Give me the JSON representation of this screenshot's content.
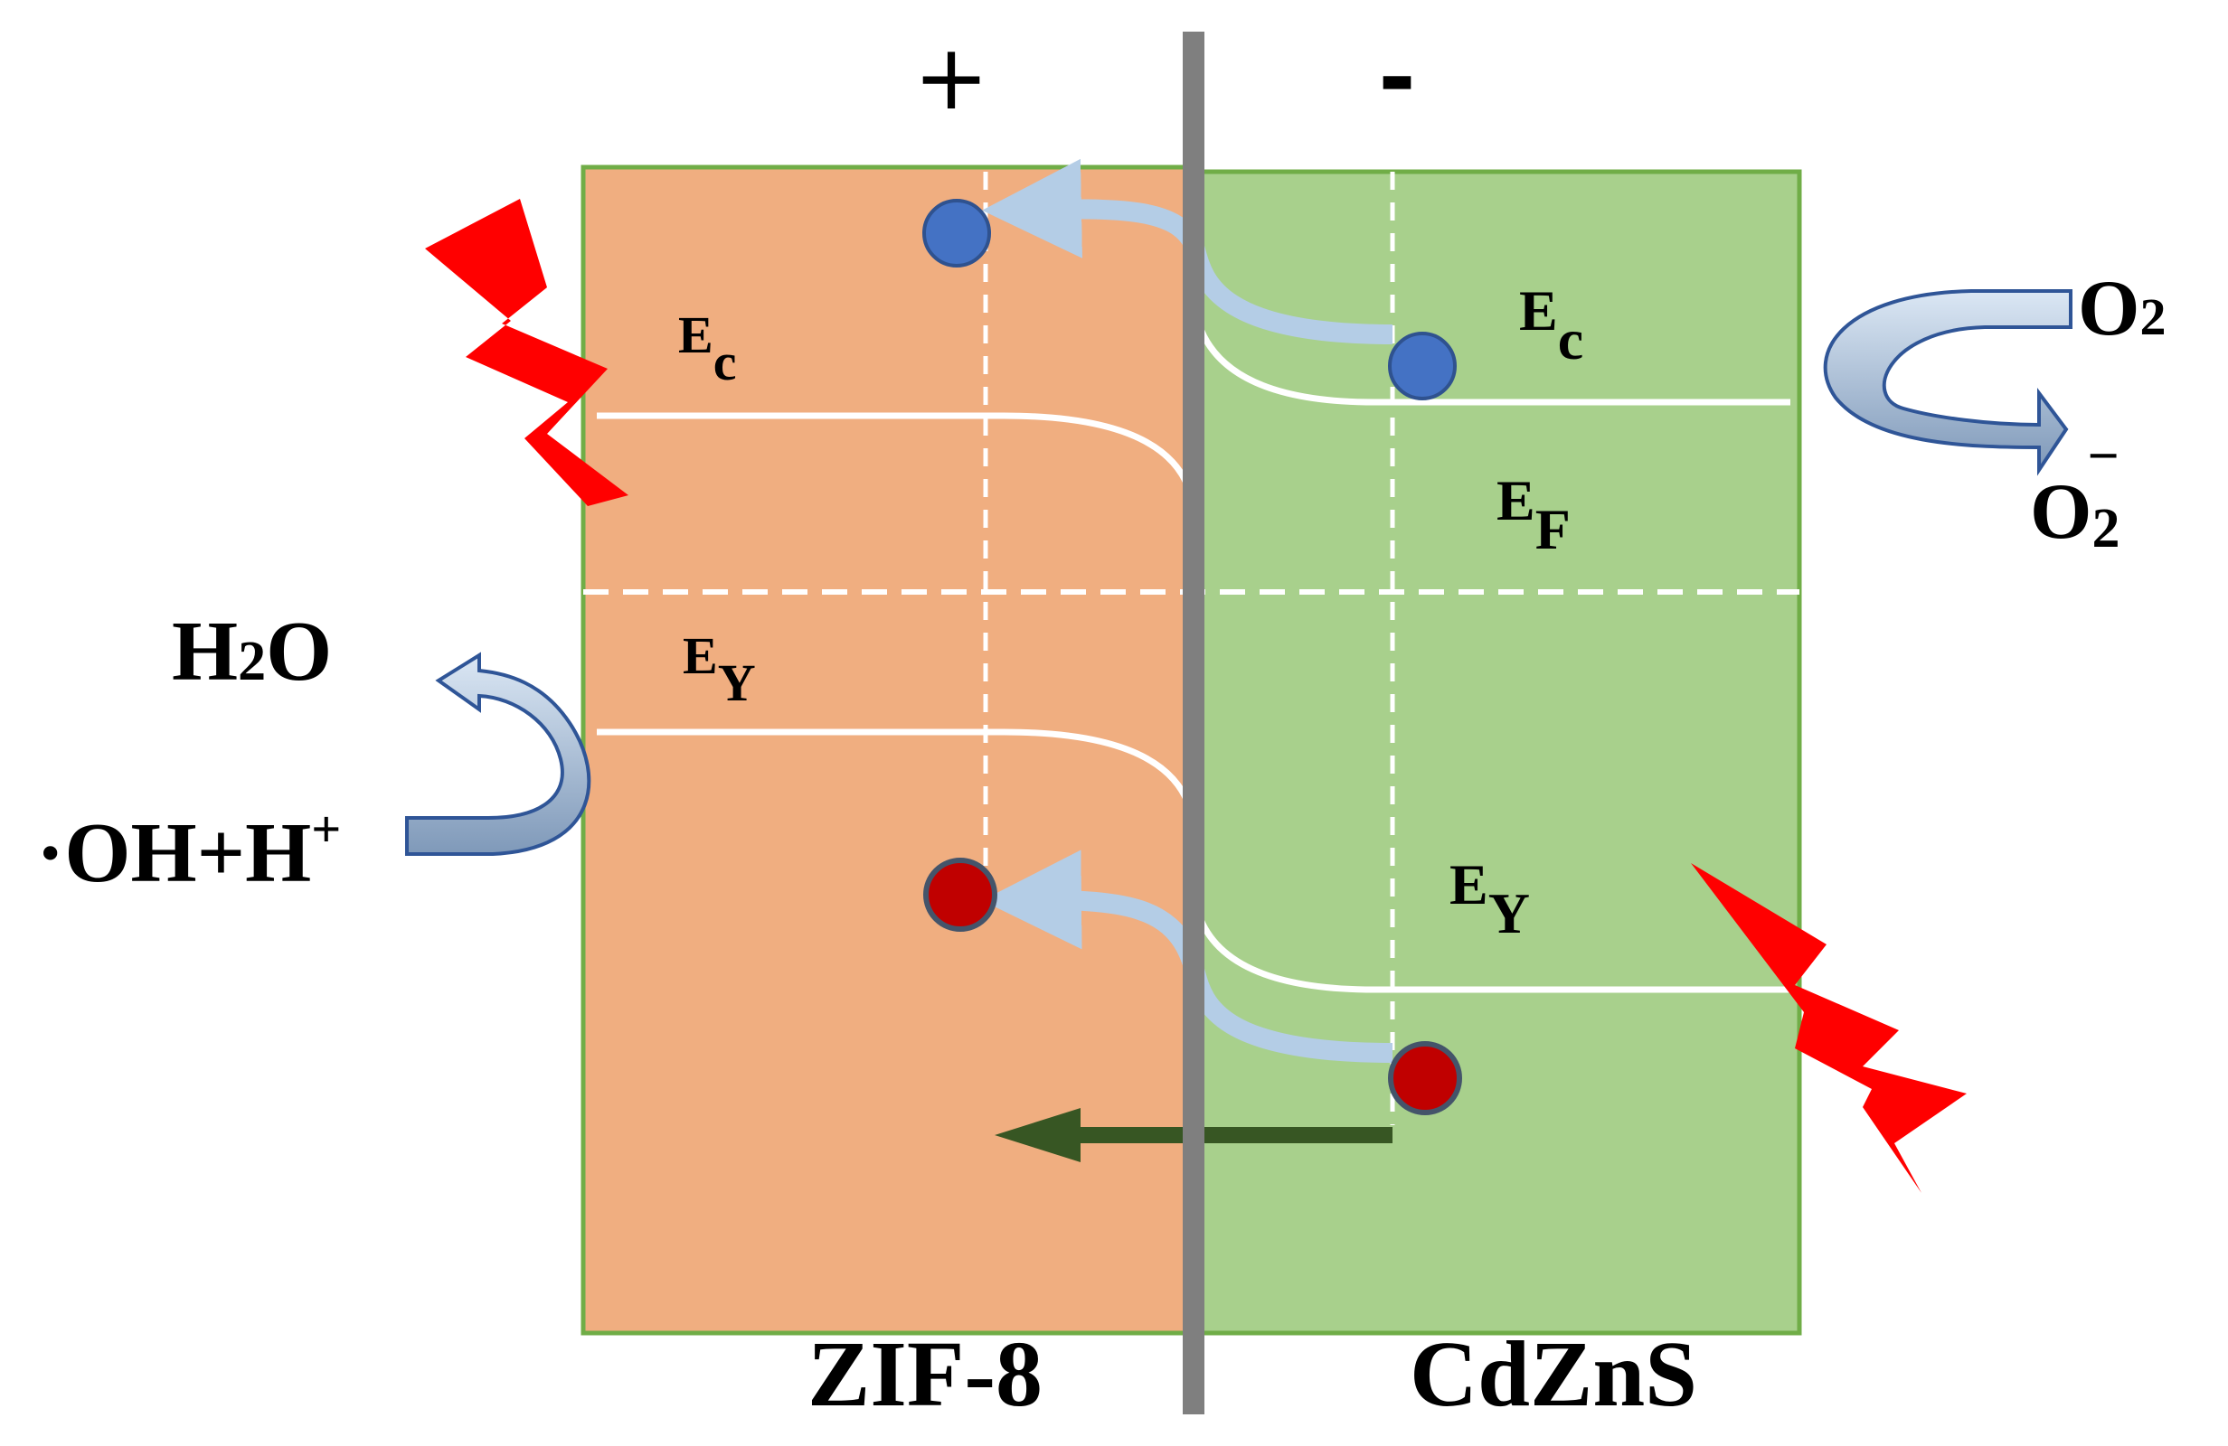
{
  "polarity": {
    "left": "+",
    "right": "-"
  },
  "materials": {
    "left": "ZIF-8",
    "right": "CdZnS"
  },
  "levels": {
    "zif_conduction": {
      "main": "E",
      "sub": "c"
    },
    "zif_valence": {
      "main": "E",
      "sub": "Y"
    },
    "cdzns_conduction": {
      "main": "E",
      "sub": "c"
    },
    "cdzns_fermi": {
      "main": "E",
      "sub": "F"
    },
    "cdzns_valence": {
      "main": "E",
      "sub": "Y"
    }
  },
  "reactions": {
    "oxygen_in": {
      "main": "O",
      "sub": "2"
    },
    "oxygen_out": {
      "main": "O",
      "sub": "2",
      "sup": "−"
    },
    "water": {
      "pre": "H",
      "sub": "2",
      "post": "O"
    },
    "hydroxyl": {
      "main": "·OH+H",
      "sup": "+"
    }
  },
  "colors": {
    "zif_region": "#f0ae80",
    "cdzns_region": "#a8d08c",
    "region_border": "#70ad47",
    "interface": "#7f7f7f",
    "electron": "#4472c4",
    "hole": "#c00000",
    "light_bolt": "#ff0000",
    "transfer_arrow": "#b4cde6",
    "field_arrow": "#375623"
  },
  "icons": [
    "light-bolt-icon",
    "curved-arrow-icon",
    "electron-icon",
    "hole-icon"
  ]
}
